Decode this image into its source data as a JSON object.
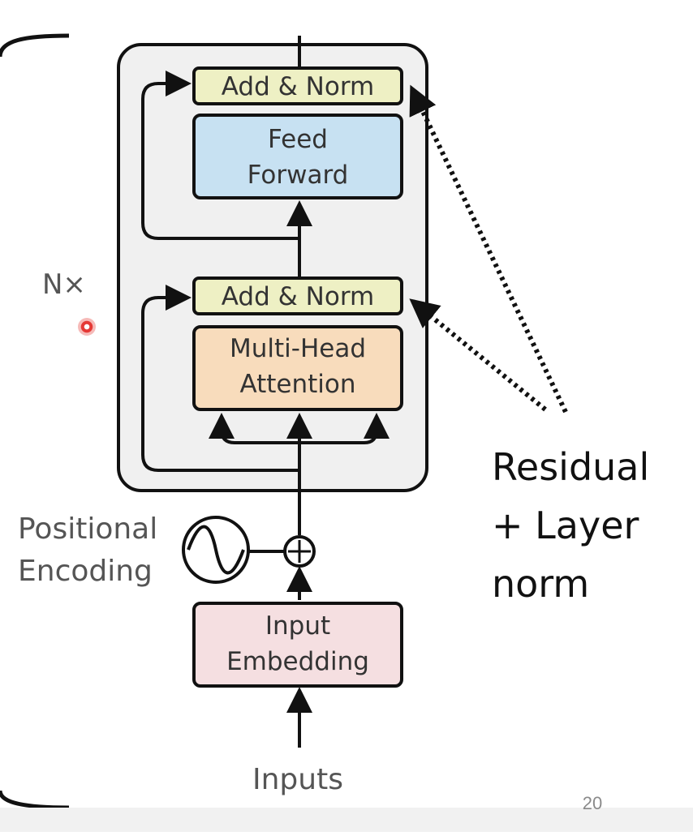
{
  "diagram": {
    "blocks": {
      "add_norm_top": "Add & Norm",
      "feed_forward": [
        "Feed",
        "Forward"
      ],
      "add_norm_bottom": "Add & Norm",
      "multi_head_attention": [
        "Multi-Head",
        "Attention"
      ],
      "input_embedding": [
        "Input",
        "Embedding"
      ]
    },
    "repeat_label": "N×",
    "positional_encoding": [
      "Positional",
      "Encoding"
    ],
    "inputs_label": "Inputs"
  },
  "annotation": {
    "lines": [
      "Residual",
      "+ Layer",
      "norm"
    ]
  },
  "slide": {
    "page_number": "20"
  },
  "colors": {
    "add_norm": "#eef0c4",
    "feed_forward": "#c7e1f2",
    "attention": "#f8dcbc",
    "embedding": "#f5dfe1",
    "encoder_panel": "#f0f0f0"
  }
}
